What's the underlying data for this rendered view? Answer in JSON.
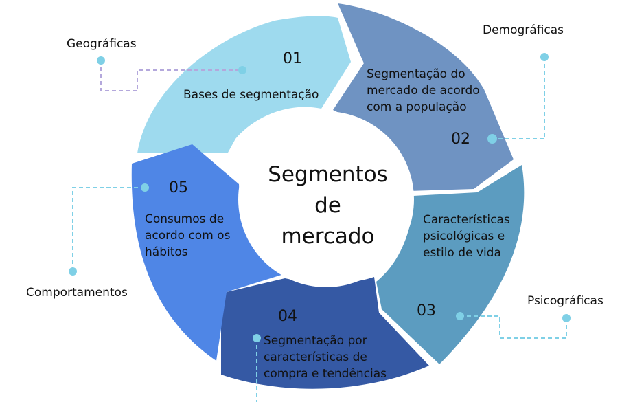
{
  "center": {
    "lines": [
      "Segmentos",
      "de",
      "mercado"
    ]
  },
  "segments": [
    {
      "number": "01",
      "text": "Bases de segmentação",
      "category": "Geográficas",
      "color": "#9edaee"
    },
    {
      "number": "02",
      "text": "Segmentação do mercado de acordo com a população",
      "category": "Demográficas",
      "color": "#6f93c2"
    },
    {
      "number": "03",
      "text": "Características psicológicas e estilo de vida",
      "category": "Psicográficas",
      "color": "#5c9cc0"
    },
    {
      "number": "04",
      "text": "Segmentação por características de compra e tendências",
      "category": "",
      "color": "#3559a4"
    },
    {
      "number": "05",
      "text": "Consumos de acordo com os hábitos",
      "category": "Comportamentos",
      "color": "#4f86e6"
    }
  ],
  "desc_lines": {
    "s2": [
      "Segmentação do",
      "mercado de acordo",
      "com a população"
    ],
    "s3": [
      "Características",
      "psicológicas e",
      "estilo de vida"
    ],
    "s4": [
      "Segmentação por",
      "características de",
      "compra e tendências"
    ],
    "s5": [
      "Consumos de",
      "acordo com os",
      "hábitos"
    ]
  },
  "colors": {
    "connector": "#7fd0e6",
    "connector_geo": "#b4a8dc",
    "dot": "#7fd0e6"
  }
}
